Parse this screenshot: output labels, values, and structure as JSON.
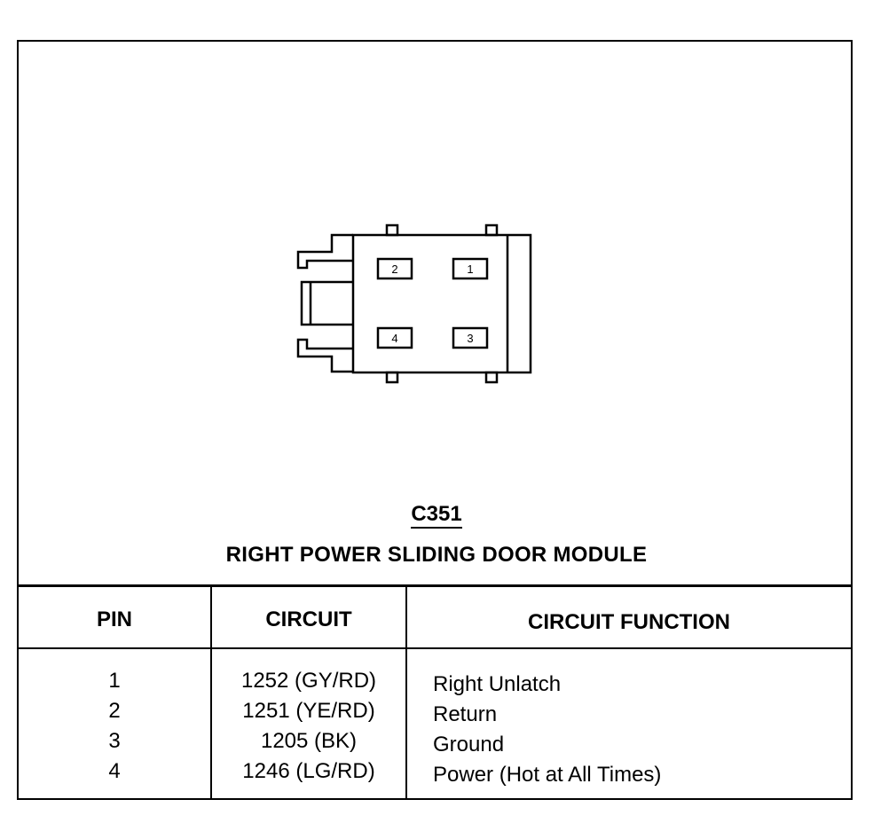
{
  "connector": {
    "id": "C351",
    "name": "RIGHT POWER SLIDING DOOR MODULE",
    "pin_labels": [
      "1",
      "2",
      "3",
      "4"
    ]
  },
  "table": {
    "headers": [
      "PIN",
      "CIRCUIT",
      "CIRCUIT FUNCTION"
    ],
    "rows": [
      {
        "pin": "1",
        "circuit": "1252 (GY/RD)",
        "function": "Right Unlatch"
      },
      {
        "pin": "2",
        "circuit": "1251 (YE/RD)",
        "function": "Return"
      },
      {
        "pin": "3",
        "circuit": "1205 (BK)",
        "function": "Ground"
      },
      {
        "pin": "4",
        "circuit": "1246 (LG/RD)",
        "function": "Power (Hot at All Times)"
      }
    ]
  }
}
